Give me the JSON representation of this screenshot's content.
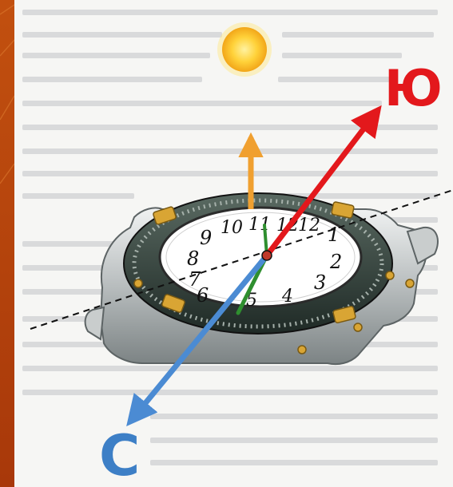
{
  "labels": {
    "south": "Ю",
    "north": "С"
  },
  "dial_numbers": [
    "12",
    "12",
    "1",
    "2",
    "3",
    "4",
    "5",
    "6",
    "7",
    "8",
    "9",
    "10",
    "11"
  ],
  "colors": {
    "background": "#b5420c",
    "south_arrow": "#e3181c",
    "north_arrow": "#4b8bd3",
    "sun_arrow": "#f0a030",
    "hour_hand": "#2f8f2f",
    "sun": "#ffd23a"
  },
  "icons": [
    "sun-icon",
    "watch-icon"
  ]
}
